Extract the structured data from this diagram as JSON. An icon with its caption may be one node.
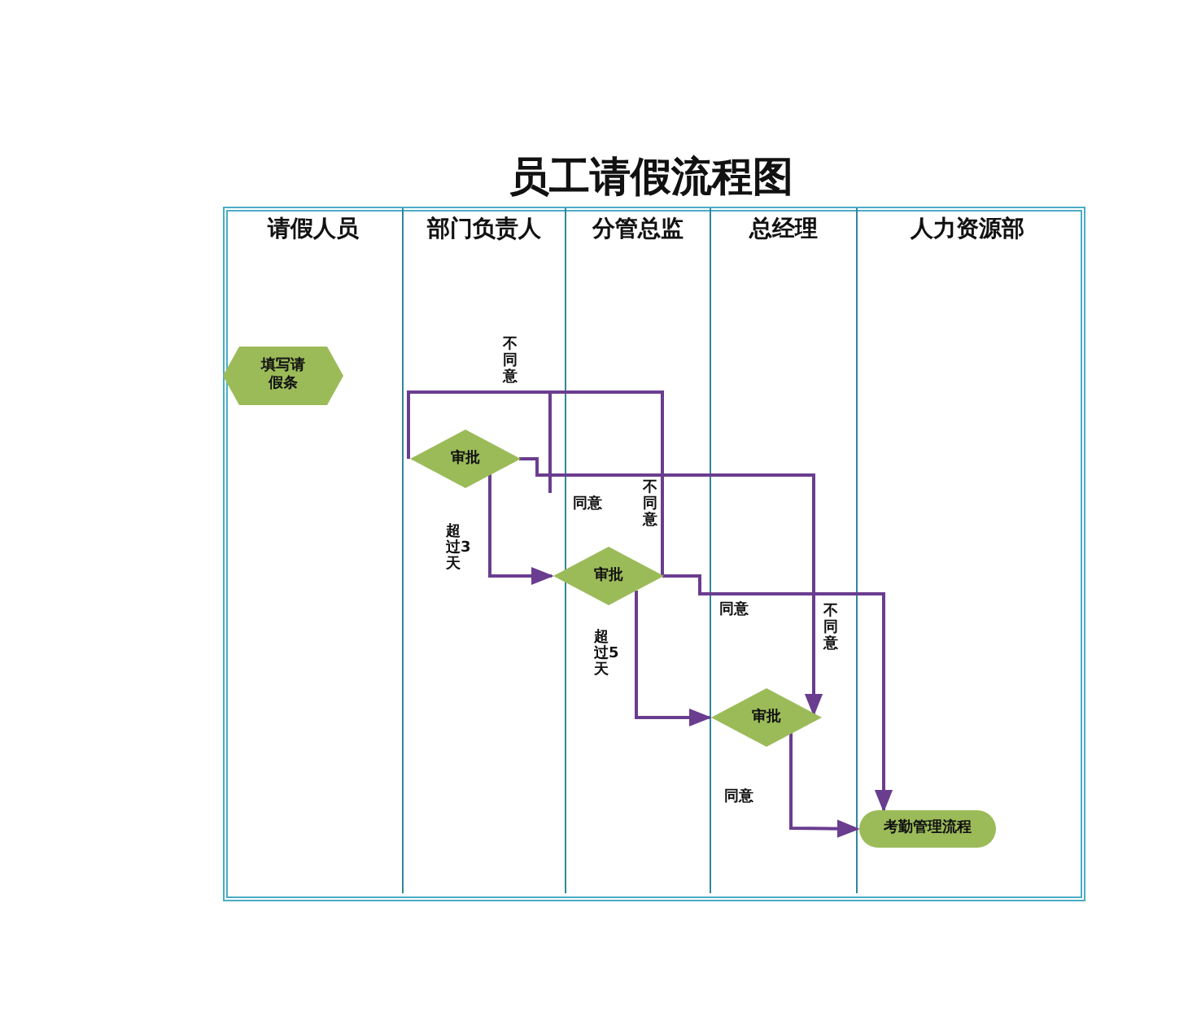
{
  "diagram": {
    "title": "员工请假流程图",
    "nodes": [
      {
        "text": [
          "请假人员"
        ]
      },
      {
        "text": [
          "部门负责人"
        ]
      },
      {
        "text": [
          "分管总监"
        ]
      },
      {
        "text": [
          "总经理"
        ]
      },
      {
        "text": [
          "人力资源部"
        ]
      },
      {
        "text": [
          "填写请假条"
        ],
        "in": 0
      },
      {
        "text": [
          "审批"
        ],
        "in": 1
      },
      {
        "text": [
          "审批"
        ],
        "in": 2
      },
      {
        "text": [
          "审批"
        ],
        "in": 3
      },
      {
        "text": [
          "考勤管理流程"
        ],
        "in": 4
      }
    ],
    "edges": [
      {
        "from": 7,
        "to": 6,
        "arrow": "none"
      },
      {
        "from": 6,
        "to": 7,
        "arrow": "to"
      },
      {
        "from": 7,
        "to": 8,
        "arrow": "to"
      },
      {
        "from": 8,
        "to": 9,
        "arrow": "to"
      },
      {
        "from": 6,
        "to": 8,
        "arrow": "to"
      },
      {
        "from": 7,
        "to": 9,
        "arrow": "to"
      }
    ],
    "labels": [
      "不同意",
      "同意",
      "不同意",
      "超过3天",
      "同意",
      "不同意",
      "超过5天",
      "同意"
    ]
  }
}
